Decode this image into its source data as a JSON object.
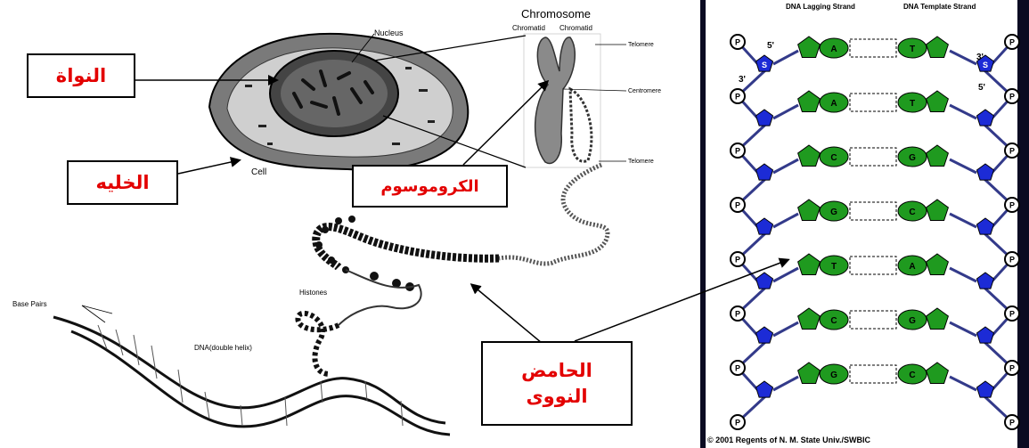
{
  "cell_diagram": {
    "chromosome_title": "Chromosome",
    "nucleus_label": "Nucleus",
    "chromatid_label_1": "Chromatid",
    "chromatid_label_2": "Chromatid",
    "telomere_top_label": "Telomere",
    "centromere_label": "Centromere",
    "telomere_bottom_label": "Telomere",
    "cell_label": "Cell",
    "histones_label": "Histones",
    "base_pairs_label": "Base Pairs",
    "dna_label": "DNA(double helix)"
  },
  "arabic_labels": {
    "nucleus": "النواة",
    "cell": "الخليه",
    "chromosome": "الكروموسوم",
    "nucleic_acid_line1": "الحامض",
    "nucleic_acid_line2": "النووى"
  },
  "dna_ladder": {
    "lagging_strand_header": "DNA Lagging Strand",
    "template_strand_header": "DNA Template Strand",
    "prime_5_left": "5'",
    "prime_3_left": "3'",
    "prime_3_right": "3'",
    "prime_5_right": "5'",
    "sugar_symbol": "S",
    "phosphate_symbol": "P",
    "pairs": [
      {
        "left": "A",
        "right": "T"
      },
      {
        "left": "A",
        "right": "T"
      },
      {
        "left": "C",
        "right": "G"
      },
      {
        "left": "G",
        "right": "C"
      },
      {
        "left": "T",
        "right": "A"
      },
      {
        "left": "C",
        "right": "G"
      },
      {
        "left": "G",
        "right": "C"
      }
    ],
    "copyright": "© 2001 Regents of N. M. State Univ./SWBIC"
  },
  "colors": {
    "arabic_text": "#e30000",
    "ladder_background": "#0b0b22",
    "base_green": "#1f9a1f",
    "sugar_blue": "#1c2bd6"
  }
}
